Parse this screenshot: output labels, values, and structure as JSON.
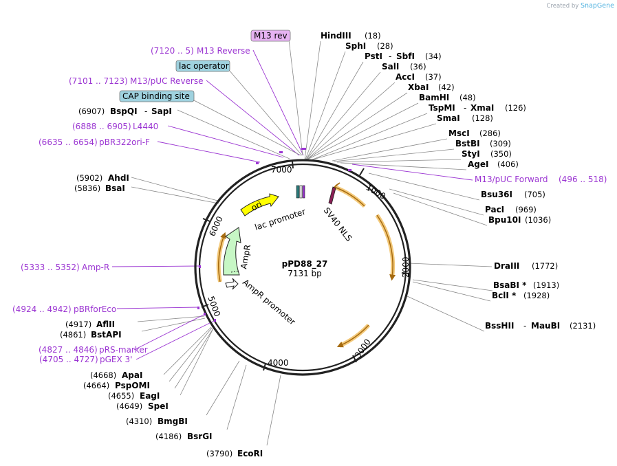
{
  "credit": {
    "prefix": "Created by",
    "brand": "SnapGene"
  },
  "plasmid": {
    "name": "pPD88_27",
    "length": "7131 bp"
  },
  "ticks": [
    "1000",
    "2000",
    "3000",
    "4000",
    "5000",
    "6000",
    "7000"
  ],
  "features": [
    {
      "label": "SV40 NLS",
      "color": "#e9a12a"
    },
    {
      "label": "AmpR",
      "color": "#c7f7c5"
    },
    {
      "label": "AmpR promoter",
      "color": "#ffffff"
    },
    {
      "label": "ori",
      "color": "#ffff00"
    },
    {
      "label": "lac promoter",
      "color": "#ffffff"
    }
  ],
  "boxed_labels": [
    {
      "text": "M13 rev",
      "fill": "#e6b3f2"
    },
    {
      "text": "lac operator",
      "fill": "#9fd2df"
    },
    {
      "text": "CAP binding site",
      "fill": "#9fd2df"
    }
  ],
  "enzymes": [
    {
      "name": "HindIII",
      "pos": "(18)"
    },
    {
      "name": "SphI",
      "pos": "(28)"
    },
    {
      "name": "PstI",
      "name2": "SbfI",
      "pos": "(34)"
    },
    {
      "name": "SalI",
      "pos": "(36)"
    },
    {
      "name": "AccI",
      "pos": "(37)"
    },
    {
      "name": "XbaI",
      "pos": "(42)"
    },
    {
      "name": "BamHI",
      "pos": "(48)"
    },
    {
      "name": "TspMI",
      "name2": "XmaI",
      "pos": "(126)"
    },
    {
      "name": "SmaI",
      "pos": "(128)"
    },
    {
      "name": "MscI",
      "pos": "(286)"
    },
    {
      "name": "BstBI",
      "pos": "(309)"
    },
    {
      "name": "StyI",
      "pos": "(350)"
    },
    {
      "name": "AgeI",
      "pos": "(406)"
    },
    {
      "name": "Bsu36I",
      "pos": "(705)"
    },
    {
      "name": "PacI",
      "pos": "(969)"
    },
    {
      "name": "Bpu10I",
      "pos": "(1036)"
    },
    {
      "name": "DraIII",
      "pos": "(1772)"
    },
    {
      "name": "BsaBI *",
      "pos": "(1913)"
    },
    {
      "name": "BclI *",
      "pos": "(1928)"
    },
    {
      "name": "BssHII",
      "name2": "MauBI",
      "pos": "(2131)"
    },
    {
      "name": "EcoRI",
      "pos": "(3790)"
    },
    {
      "name": "BsrGI",
      "pos": "(4186)"
    },
    {
      "name": "BmgBI",
      "pos": "(4310)"
    },
    {
      "name": "SpeI",
      "pos": "(4649)"
    },
    {
      "name": "EagI",
      "pos": "(4655)"
    },
    {
      "name": "PspOMI",
      "pos": "(4664)"
    },
    {
      "name": "ApaI",
      "pos": "(4668)"
    },
    {
      "name": "BstAPI",
      "pos": "(4861)"
    },
    {
      "name": "AflII",
      "pos": "(4917)"
    },
    {
      "name": "BsaI",
      "pos": "(5836)"
    },
    {
      "name": "AhdI",
      "pos": "(5902)"
    },
    {
      "name": "BspQI",
      "name2": "SapI",
      "pos": "(6907)"
    }
  ],
  "primers": [
    {
      "name": "M13 Reverse",
      "range": "(7120 .. 5)"
    },
    {
      "name": "M13/pUC Reverse",
      "range": "(7101 .. 7123)"
    },
    {
      "name": "L4440",
      "range": "(6888 .. 6905)"
    },
    {
      "name": "pBR322ori-F",
      "range": "(6635 .. 6654)"
    },
    {
      "name": "M13/pUC Forward",
      "range": "(496 .. 518)"
    },
    {
      "name": "Amp-R",
      "range": "(5333 .. 5352)"
    },
    {
      "name": "pBRforEco",
      "range": "(4924 .. 4942)"
    },
    {
      "name": "pRS-marker",
      "range": "(4827 .. 4846)"
    },
    {
      "name": "pGEX 3'",
      "range": "(4705 .. 4727)"
    }
  ],
  "colors": {
    "primer": "#9b35d2",
    "backbone": "#222222",
    "sv40": "#e9a12a"
  }
}
